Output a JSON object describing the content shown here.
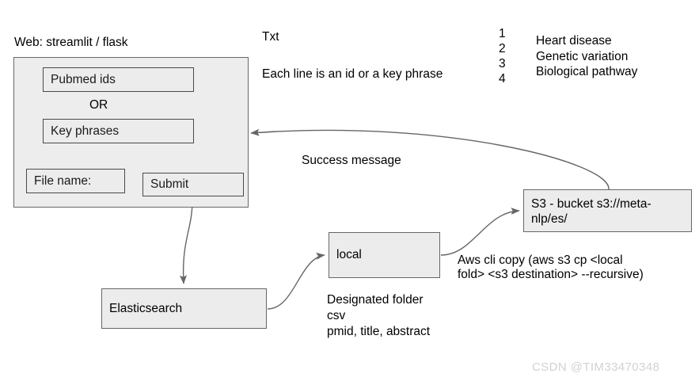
{
  "diagram": {
    "web_panel": {
      "caption": "Web: streamlit / flask",
      "fields": [
        {
          "label": "Pubmed ids"
        },
        {
          "label": "Key phrases"
        },
        {
          "label": "File name:"
        }
      ],
      "or_label": "OR",
      "submit_label": "Submit"
    },
    "txt_note": {
      "title": "Txt",
      "description": "Each line is an id or a key phrase"
    },
    "file_preview": {
      "line_numbers": [
        "1",
        "2",
        "3",
        "4"
      ],
      "lines": [
        "Heart disease",
        "Genetic variation",
        "Biological pathway"
      ]
    },
    "nodes": [
      {
        "id": "elasticsearch",
        "label": "Elasticsearch"
      },
      {
        "id": "local",
        "label": "local"
      },
      {
        "id": "s3",
        "label": "S3 - bucket s3://meta-nlp/es/"
      }
    ],
    "edge_labels": {
      "success_message": "Success message",
      "aws_cli": "Aws cli copy (aws s3 cp <local\nfold> <s3 destination> --recursive)"
    },
    "local_notes": "Designated folder\ncsv\npmid, title, abstract",
    "watermark": "CSDN @TIM33470348",
    "colors": {
      "box_fill": "#ececec",
      "box_stroke": "#676767",
      "arrow": "#666666",
      "text": "#000000",
      "watermark": "#d2d2d2"
    }
  }
}
